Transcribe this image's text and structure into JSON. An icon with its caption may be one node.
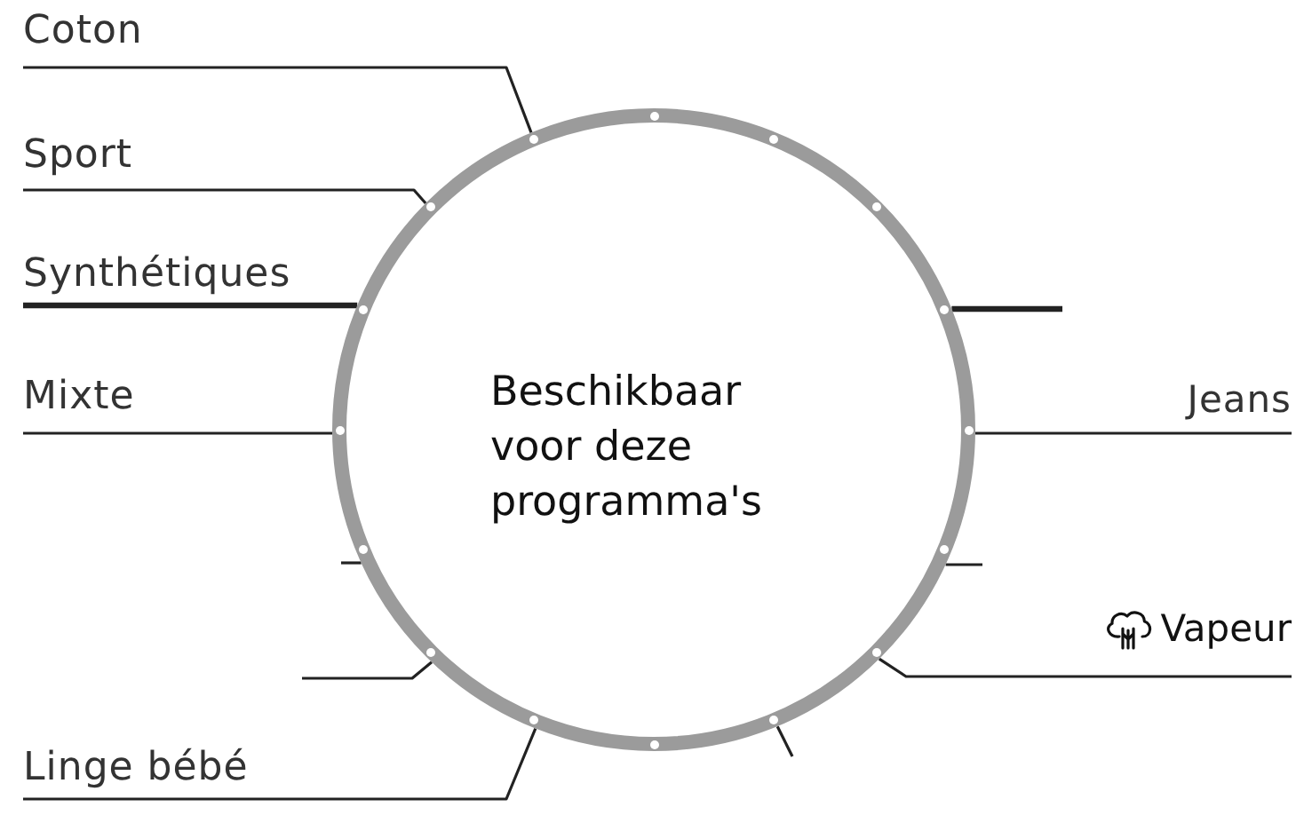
{
  "diagram": {
    "nodes": [
      {
        "text": [
          "Coton"
        ]
      },
      {
        "text": [
          "Sport"
        ]
      },
      {
        "text": [
          "Synthétiques"
        ]
      },
      {
        "text": [
          "Mixte"
        ]
      },
      {
        "text": [
          "Beschikbaar voor deze programma's"
        ]
      },
      {
        "text": [
          "Jeans"
        ]
      },
      {
        "text": [
          "Vapeur"
        ]
      },
      {
        "text": [
          "Linge bébé"
        ]
      }
    ],
    "edges": [
      {
        "from": 0,
        "to": 4,
        "arrow": "none"
      },
      {
        "from": 1,
        "to": 4,
        "arrow": "none"
      },
      {
        "from": 2,
        "to": 4,
        "arrow": "none",
        "style": "thick"
      },
      {
        "from": 3,
        "to": 4,
        "arrow": "none"
      },
      {
        "from": null,
        "to": 4,
        "arrow": "none",
        "style": "thick"
      },
      {
        "from": 5,
        "to": 4,
        "arrow": "none"
      },
      {
        "from": null,
        "to": 4,
        "arrow": "none"
      },
      {
        "from": null,
        "to": 4,
        "arrow": "none"
      },
      {
        "from": 6,
        "to": 4,
        "arrow": "none"
      },
      {
        "from": null,
        "to": 4,
        "arrow": "none"
      },
      {
        "from": 7,
        "to": 4,
        "arrow": "none"
      },
      {
        "from": null,
        "to": 4,
        "arrow": "none"
      }
    ]
  }
}
